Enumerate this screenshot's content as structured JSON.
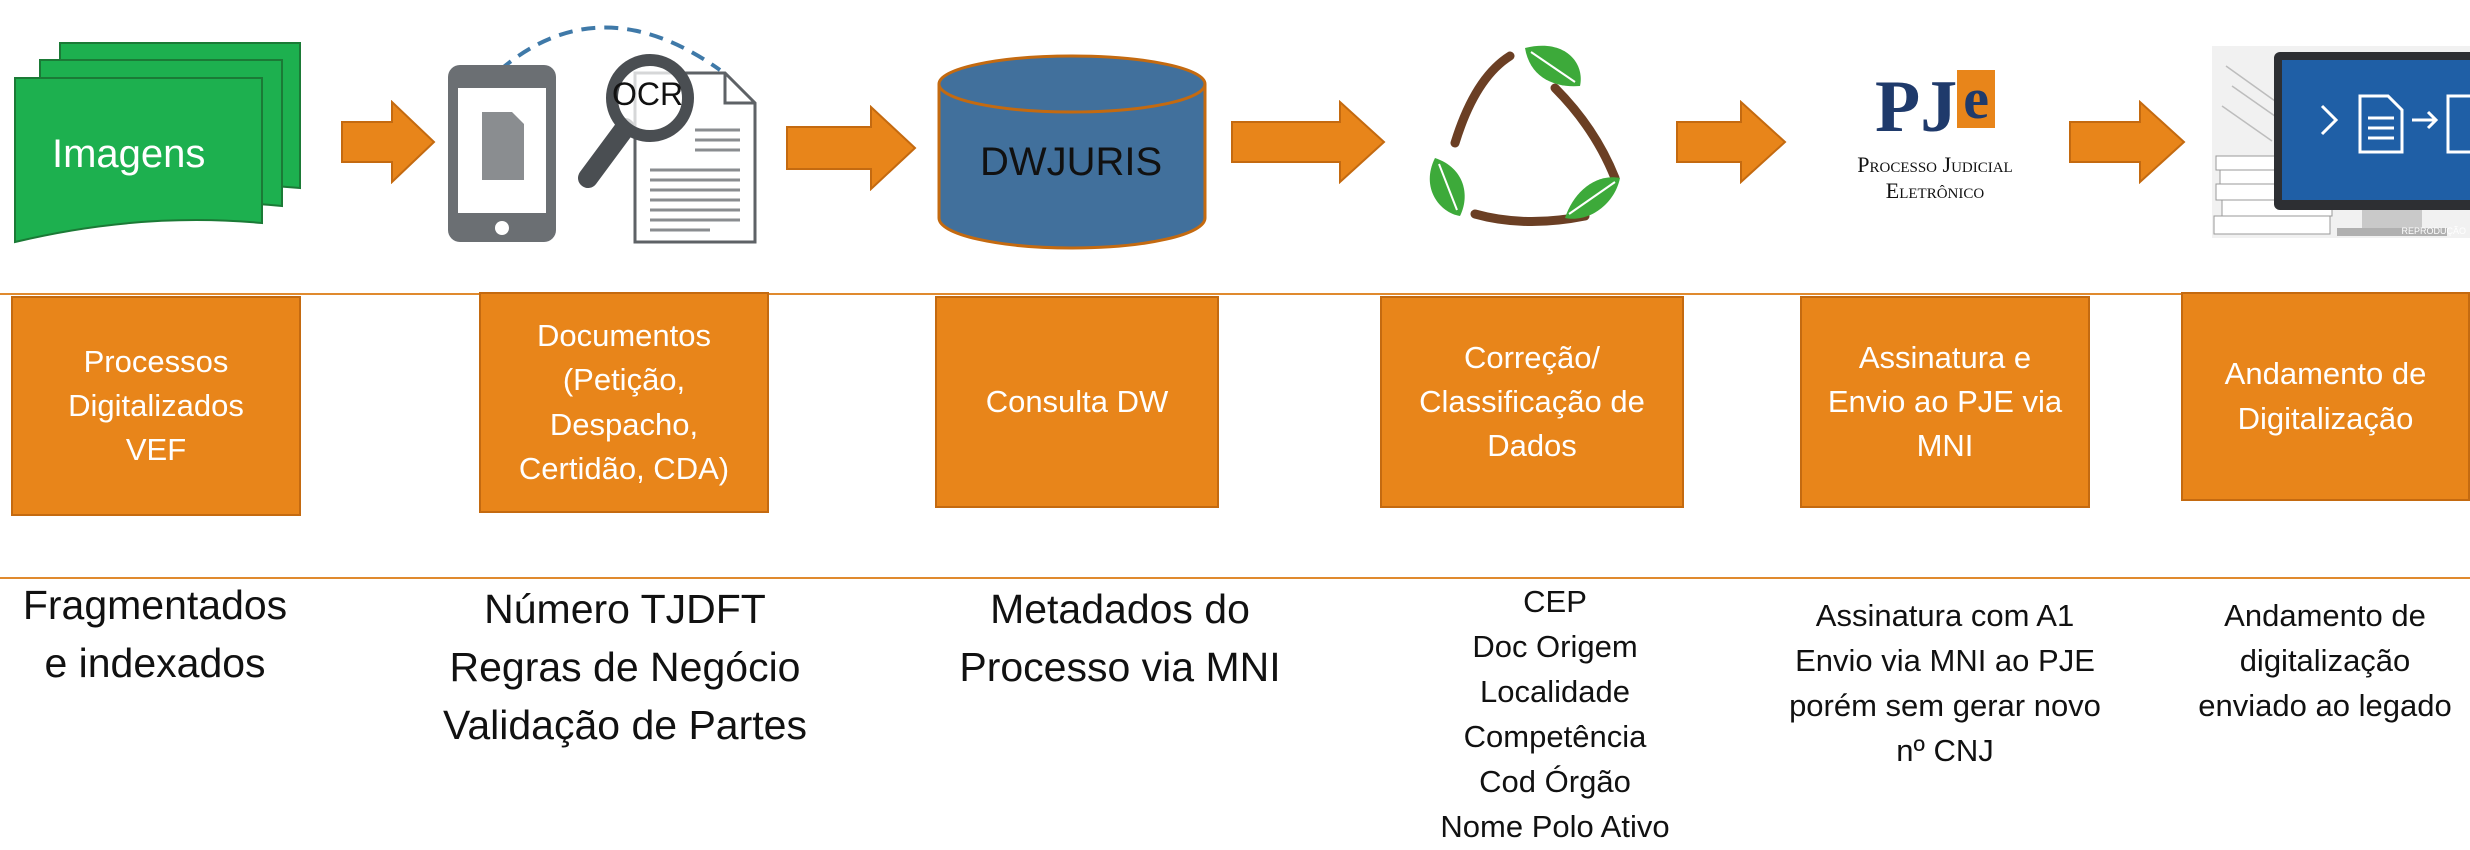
{
  "colors": {
    "arrow": "#E8851A",
    "box": "#E8851A",
    "box_border": "#C46A10",
    "pages_green": "#1DB04F",
    "db_blue": "#41709C",
    "line": "#E08A2E",
    "leaf_green": "#3DAA3A",
    "recycle_brown": "#6B3F24"
  },
  "icons": {
    "images": {
      "label": "Imagens",
      "icon": "stacked-pages-icon"
    },
    "ocr": {
      "label": "OCR",
      "icon": "phone-magnifier-document-icon"
    },
    "database": {
      "label": "DWJURIS",
      "icon": "database-cylinder-icon"
    },
    "recycle": {
      "icon": "recycle-leaves-icon"
    },
    "pje": {
      "logo_p": "P",
      "logo_j": "J",
      "logo_e": "e",
      "line1": "Processo Judicial",
      "line2": "Eletrônico"
    },
    "digitization": {
      "icon": "monitor-documents-icon",
      "caption": "REPRODUÇÃO"
    }
  },
  "steps": [
    {
      "label": "Processos\nDigitalizados\nVEF"
    },
    {
      "label": "Documentos\n(Petição,\nDespacho,\nCertidão, CDA)"
    },
    {
      "label": "Consulta DW"
    },
    {
      "label": "Correção/\nClassificação de\nDados"
    },
    {
      "label": "Assinatura e\nEnvio ao PJE via\nMNI"
    },
    {
      "label": "Andamento de\nDigitalização"
    }
  ],
  "notes": [
    {
      "text": "Fragmentados\ne indexados"
    },
    {
      "text": "Número TJDFT\nRegras de Negócio\nValidação de Partes"
    },
    {
      "text": "Metadados do\nProcesso via MNI"
    },
    {
      "text": "CEP\nDoc Origem\nLocalidade\nCompetência\nCod Órgão\nNome Polo Ativo"
    },
    {
      "text": "Assinatura com A1\nEnvio via MNI ao PJE\nporém sem gerar novo\nnº CNJ"
    },
    {
      "text": "Andamento de\ndigitalização\nenviado ao legado"
    }
  ]
}
